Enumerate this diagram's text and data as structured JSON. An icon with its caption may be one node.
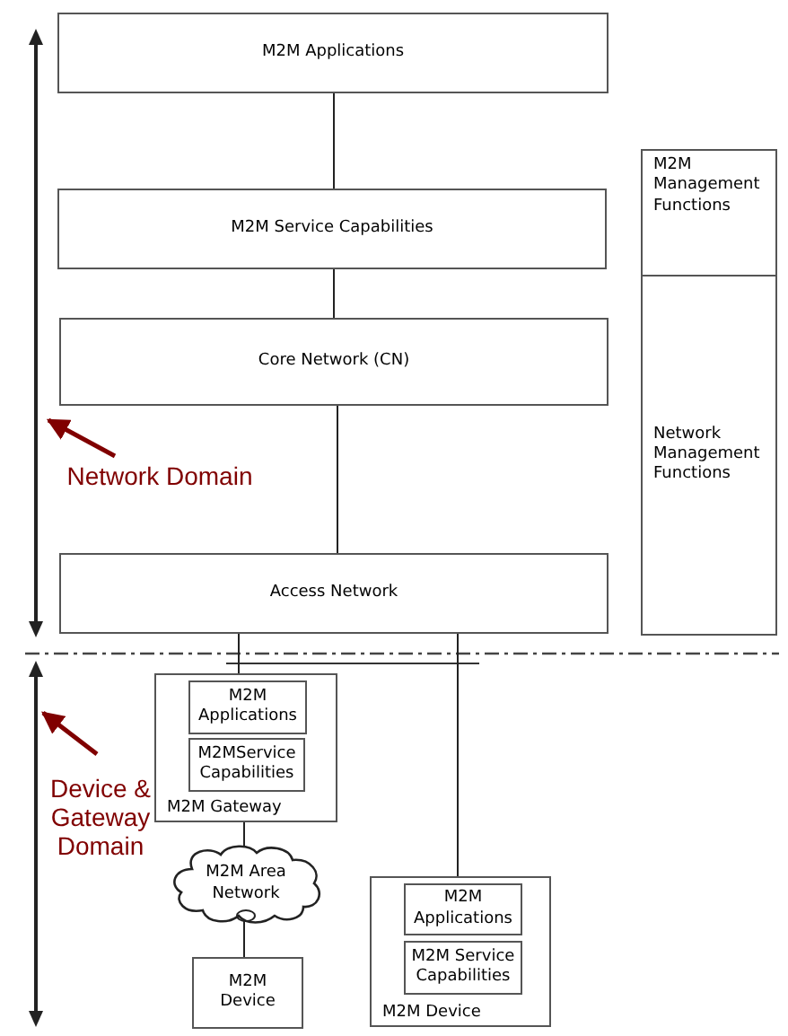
{
  "diagram": {
    "nodes": [
      {
        "text": [
          "M2M Applications"
        ]
      },
      {
        "text": [
          "M2M Service Capabilities"
        ]
      },
      {
        "text": [
          "Core Network (CN)"
        ]
      },
      {
        "text": [
          "Access Network"
        ]
      },
      {
        "text": [
          "M2M Management Functions"
        ]
      },
      {
        "text": [
          "Network Management Functions"
        ]
      },
      {
        "text": [
          "M2M Gateway"
        ]
      },
      {
        "text": [
          "M2M Applications"
        ],
        "in": 6
      },
      {
        "text": [
          "M2MService Capabilities"
        ],
        "in": 6
      },
      {
        "text": [
          "M2M Area Network"
        ]
      },
      {
        "text": [
          "M2M Device"
        ]
      },
      {
        "text": [
          "M2M Device"
        ]
      },
      {
        "text": [
          "M2M Applications"
        ],
        "in": 11
      },
      {
        "text": [
          "M2M Service Capabilities"
        ],
        "in": 11
      },
      {
        "text": [
          "Network Domain"
        ]
      },
      {
        "text": [
          "Device & Gateway Domain"
        ]
      }
    ],
    "edges": [
      {
        "from": 0,
        "to": 1,
        "arrow": "none"
      },
      {
        "from": 1,
        "to": 2,
        "arrow": "none"
      },
      {
        "from": 2,
        "to": 3,
        "arrow": "none"
      },
      {
        "from": 3,
        "to": 6,
        "arrow": "none"
      },
      {
        "from": 3,
        "to": 11,
        "arrow": "none"
      },
      {
        "from": 6,
        "to": 9,
        "arrow": "none"
      },
      {
        "from": 9,
        "to": 10,
        "arrow": "none"
      },
      {
        "from": 14,
        "to": null,
        "arrow": "to",
        "style": "thick",
        "color": "#800000"
      },
      {
        "from": 15,
        "to": null,
        "arrow": "to",
        "style": "thick",
        "color": "#800000"
      }
    ]
  }
}
